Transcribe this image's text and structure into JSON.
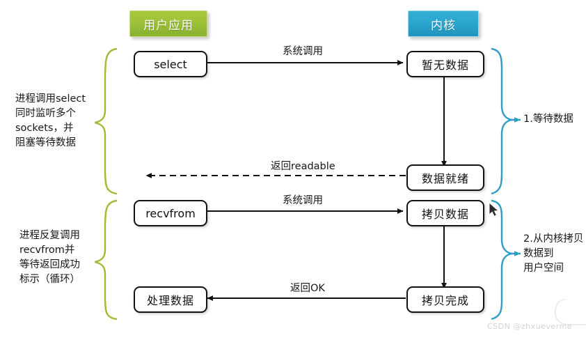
{
  "diagram": {
    "title_user": "用户应用",
    "title_kernel": "内核",
    "colors": {
      "user_pill": "#9ec23a",
      "kernel_pill": "#2ba6cf",
      "left_brace": "#a8b733",
      "right_brace": "#2e9fc4",
      "node_border": "#111111",
      "arrow": "#111111"
    }
  },
  "nodes": {
    "select": "select",
    "no_data": "暂无数据",
    "data_ready": "数据就绪",
    "recvfrom": "recvfrom",
    "copy_data": "拷贝数据",
    "copy_done": "拷贝完成",
    "process_data": "处理数据"
  },
  "edge_labels": {
    "syscall_1": "系统调用",
    "return_readable": "返回readable",
    "syscall_2": "系统调用",
    "return_ok": "返回OK"
  },
  "annotations": {
    "left_top": "进程调用select\n同时监听多个\nsockets，并\n阻塞等待数据",
    "left_bottom": "进程反复调用\nrecvfrom并\n等待返回成功\n标示（循环）",
    "right_top": "1.等待数据",
    "right_bottom": "2.从内核拷贝\n  数据到\n  用户空间"
  },
  "watermark": "CSDN @zhxueverme"
}
